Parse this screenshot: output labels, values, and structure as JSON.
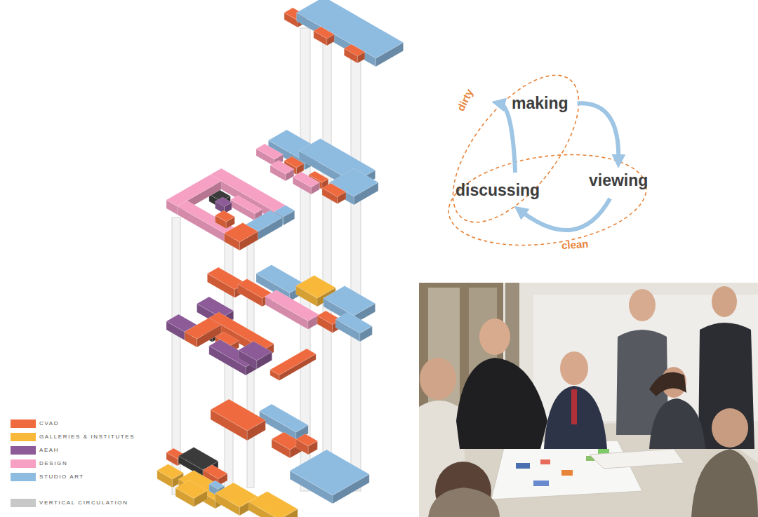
{
  "diagram": {
    "nodes": [
      {
        "text": [
          "making"
        ]
      },
      {
        "text": [
          "viewing"
        ]
      },
      {
        "text": [
          "discussing"
        ]
      }
    ],
    "edges": [
      {
        "from": 0,
        "to": 1,
        "arrow": "to"
      },
      {
        "from": 1,
        "to": 2,
        "arrow": "to"
      },
      {
        "from": 2,
        "to": 0,
        "arrow": "to"
      }
    ],
    "labels": [
      "dirty",
      "clean"
    ],
    "legend": [
      {
        "text": "CVAD",
        "color": "#ef6a3f"
      },
      {
        "text": "GALLERIES & INSTITUTES",
        "color": "#f8b93a"
      },
      {
        "text": "AEAH",
        "color": "#8c5b98"
      },
      {
        "text": "DESIGN",
        "color": "#f6a0c4"
      },
      {
        "text": "STUDIO ART",
        "color": "#8ebbe0"
      },
      {
        "text": "VERTICAL CIRCULATION",
        "color": "#c8c8c8"
      }
    ]
  }
}
